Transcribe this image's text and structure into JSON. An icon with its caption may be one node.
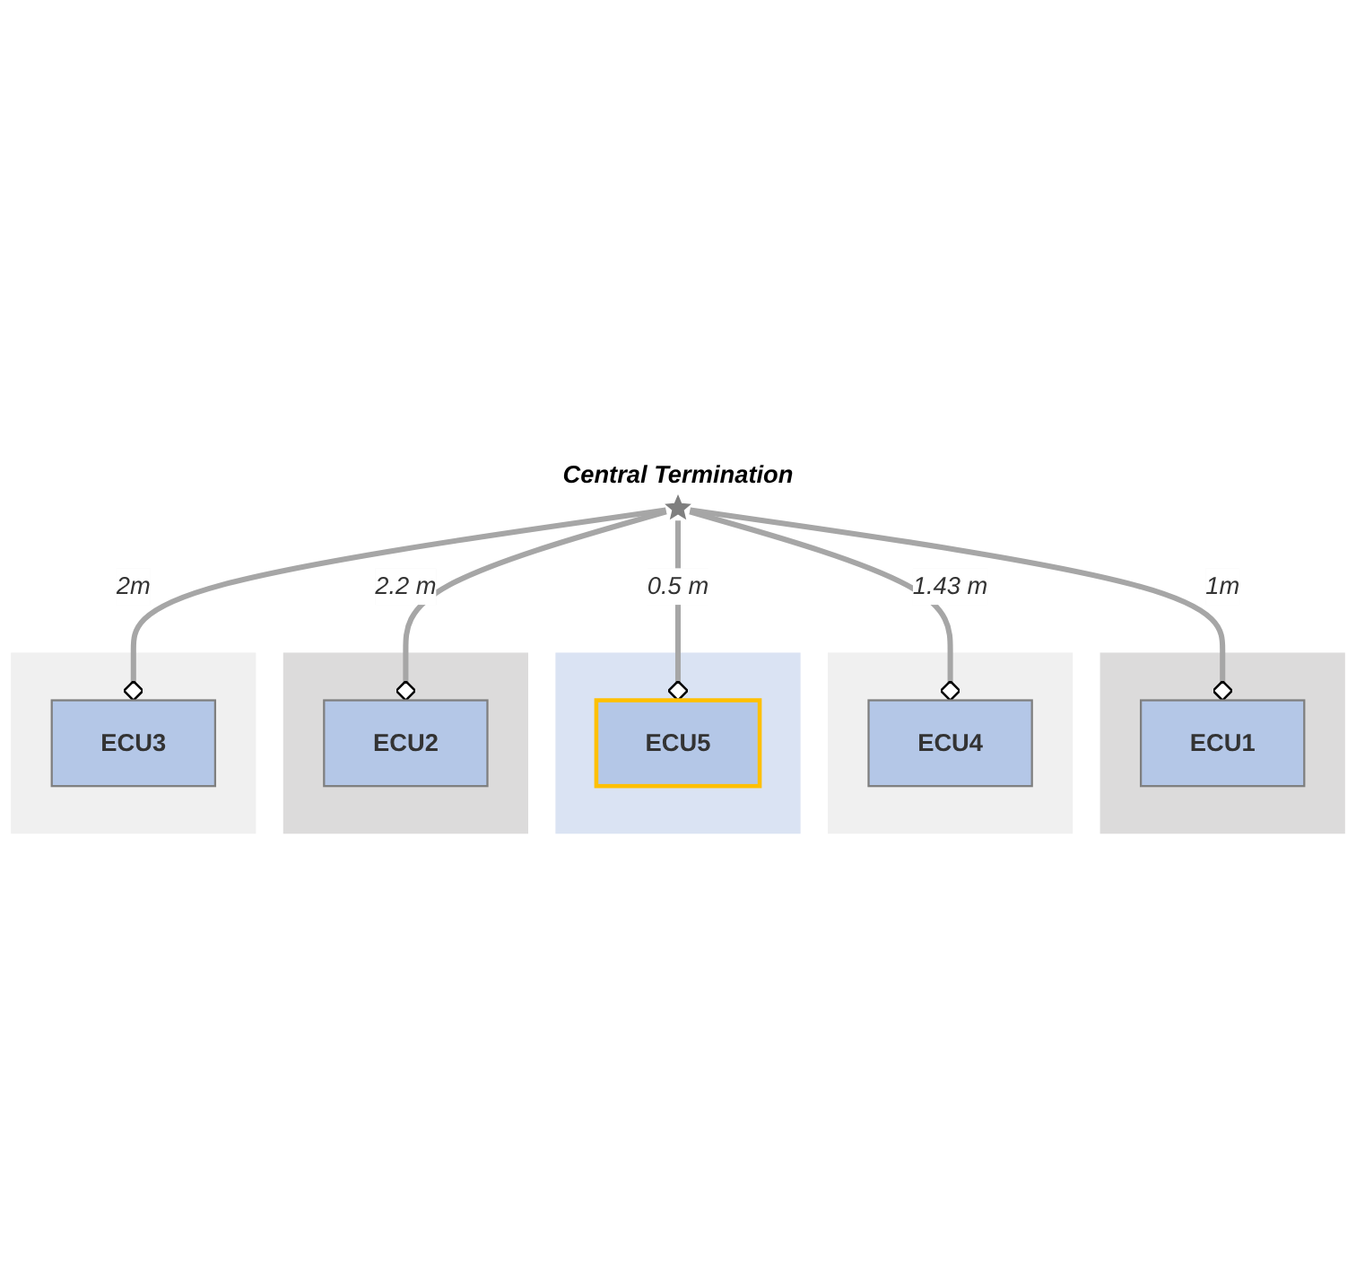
{
  "diagram": {
    "nodes": [
      {
        "text": [],
        "shape": "box"
      },
      {
        "text": [
          "ECU1"
        ],
        "in": 0
      },
      {
        "text": [],
        "shape": "box"
      },
      {
        "text": [
          "ECU4"
        ],
        "in": 2
      },
      {
        "text": [],
        "shape": "star",
        "beside": [
          "Central Termination"
        ]
      },
      {
        "text": [],
        "shape": "box"
      },
      {
        "text": [
          "ECU5"
        ],
        "in": 5
      },
      {
        "text": [],
        "shape": "box"
      },
      {
        "text": [
          "ECU2"
        ],
        "in": 7
      },
      {
        "text": [],
        "shape": "box"
      },
      {
        "text": [
          "ECU3"
        ],
        "in": 9
      }
    ],
    "edges": [
      {
        "from": 4,
        "to": 1,
        "arrow": "other",
        "label": "1m"
      },
      {
        "from": 4,
        "to": 3,
        "arrow": "other",
        "label": "1.43 m"
      },
      {
        "from": 4,
        "to": 6,
        "arrow": "other",
        "label": "0.5 m"
      },
      {
        "from": 4,
        "to": 8,
        "arrow": "other",
        "label": "2.2 m"
      },
      {
        "from": 4,
        "to": 10,
        "arrow": "other",
        "label": "2m"
      }
    ]
  }
}
